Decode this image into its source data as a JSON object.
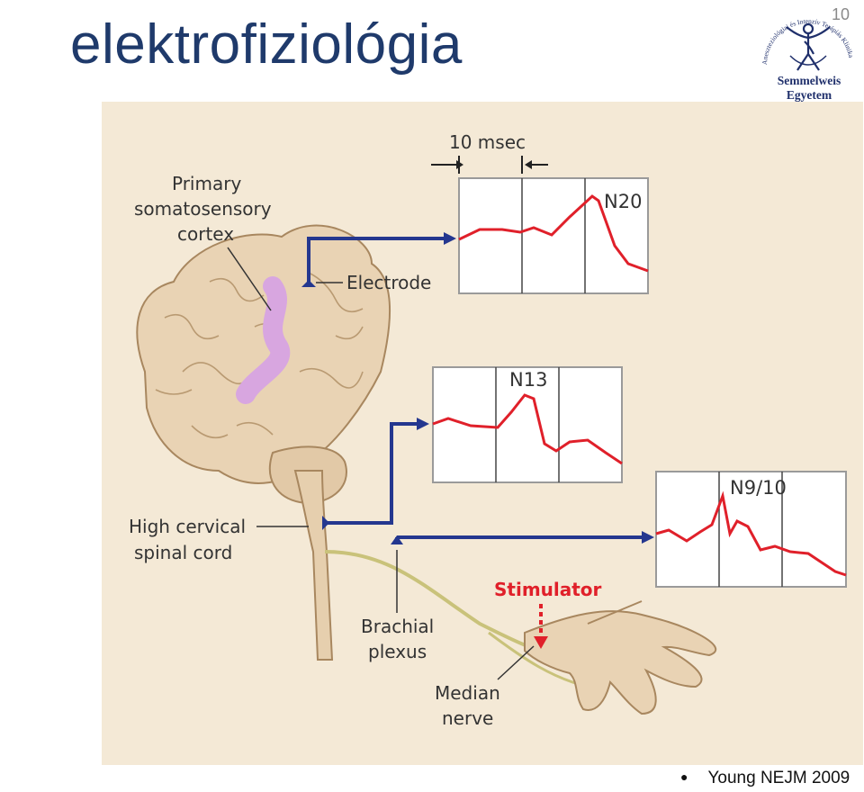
{
  "slide": {
    "title": "elektrofiziológia",
    "number": "10",
    "citation": "Young NEJM 2009"
  },
  "logo": {
    "arc_text": "Aneszteziológiai és Intenzív Terápiás Klinika",
    "name": "Semmelweis Egyetem"
  },
  "figure": {
    "scale_label": "10 msec",
    "labels": {
      "cortex": [
        "Primary",
        "somatosensory",
        "cortex"
      ],
      "electrode": "Electrode",
      "spinal_cord": [
        "High cervical",
        "spinal cord"
      ],
      "brachial": [
        "Brachial",
        "plexus"
      ],
      "median": [
        "Median",
        "nerve"
      ],
      "stimulator": "Stimulator"
    },
    "traces": [
      {
        "peak_label": "N20",
        "source": "Primary somatosensory cortex"
      },
      {
        "peak_label": "N13",
        "source": "High cervical spinal cord"
      },
      {
        "peak_label": "N9/10",
        "source": "Brachial plexus"
      }
    ]
  },
  "colors": {
    "title": "#1f3a6b",
    "trace": "#e0202a",
    "arrow": "#24378f",
    "background": "#f4e9d6",
    "cortex_highlight": "#d8a6e0",
    "nerve": "#c9c27a"
  }
}
